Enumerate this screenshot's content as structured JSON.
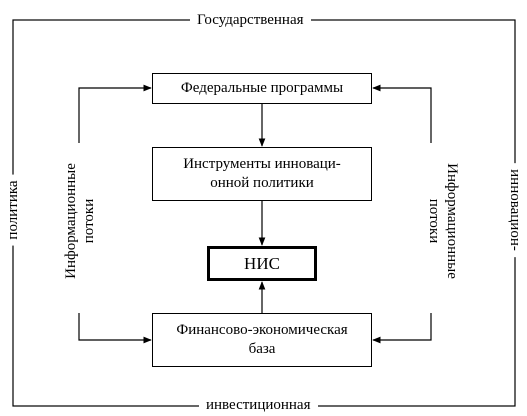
{
  "frame": {
    "top": "Государственная",
    "right": "инновацион-",
    "bottom": "инвестиционная",
    "left": "политика"
  },
  "boxes": {
    "federal_programs": "Федеральные программы",
    "instruments_line1": "Инструменты инноваци-",
    "instruments_line2": "онной политики",
    "nis": "НИС",
    "finance_line1": "Финансово-экономическая",
    "finance_line2": "база"
  },
  "info_flows": {
    "left_line1": "Информационные",
    "left_line2": "потоки",
    "right_line1": "Информационные",
    "right_line2": "потоки"
  }
}
